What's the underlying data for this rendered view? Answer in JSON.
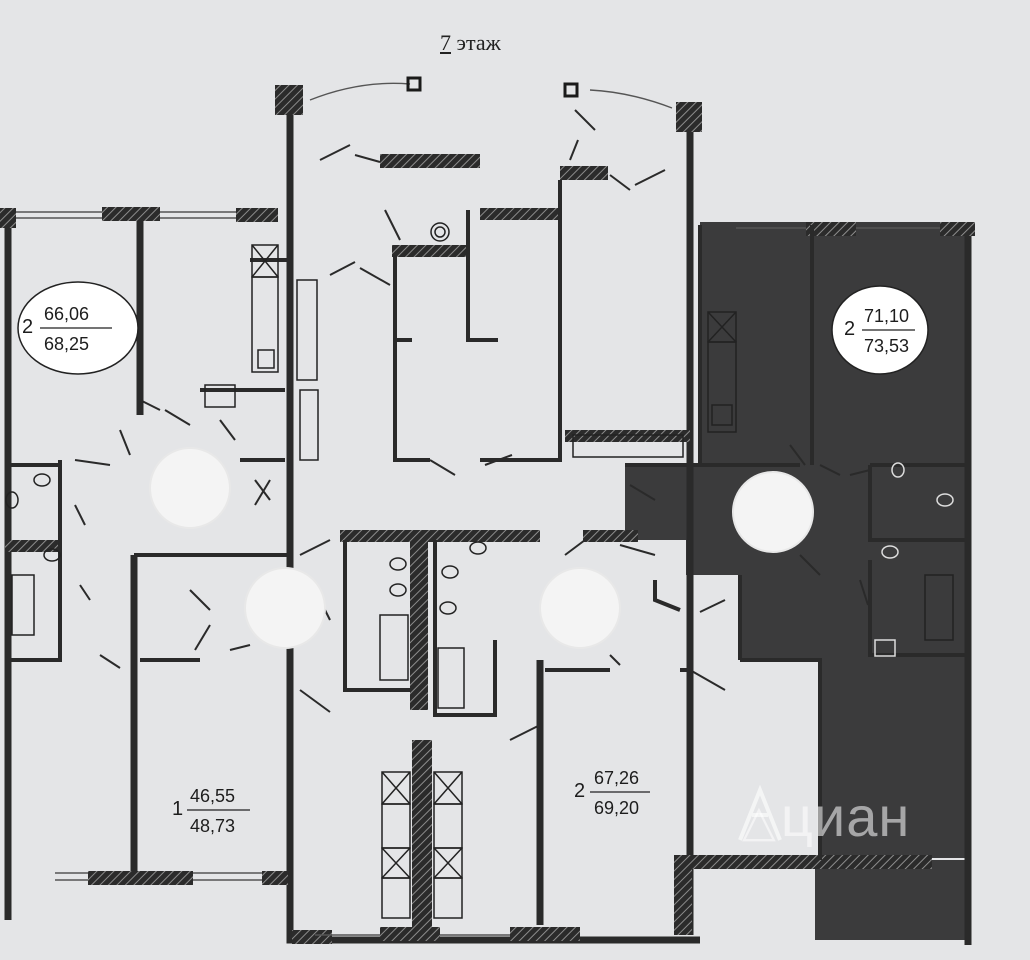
{
  "floor": {
    "number": "7",
    "suffix": "этаж"
  },
  "apartments": [
    {
      "id": "apt-a",
      "rooms": "2",
      "living_area": "66,06",
      "total_area": "68,25",
      "highlighted": false
    },
    {
      "id": "apt-b",
      "rooms": "2",
      "living_area": "71,10",
      "total_area": "73,53",
      "highlighted": true
    },
    {
      "id": "apt-c",
      "rooms": "1",
      "living_area": "46,55",
      "total_area": "48,73",
      "highlighted": false
    },
    {
      "id": "apt-d",
      "rooms": "2",
      "living_area": "67,26",
      "total_area": "69,20",
      "highlighted": false
    }
  ],
  "watermark": {
    "text": "циан",
    "icon": "cian-logo-icon"
  },
  "colors": {
    "background": "#e4e5e7",
    "wall": "#2a2a2a",
    "wall_hatch": "#4a4a4a",
    "highlight_fill": "#3b3b3c",
    "badge_fill": "#ffffff"
  }
}
